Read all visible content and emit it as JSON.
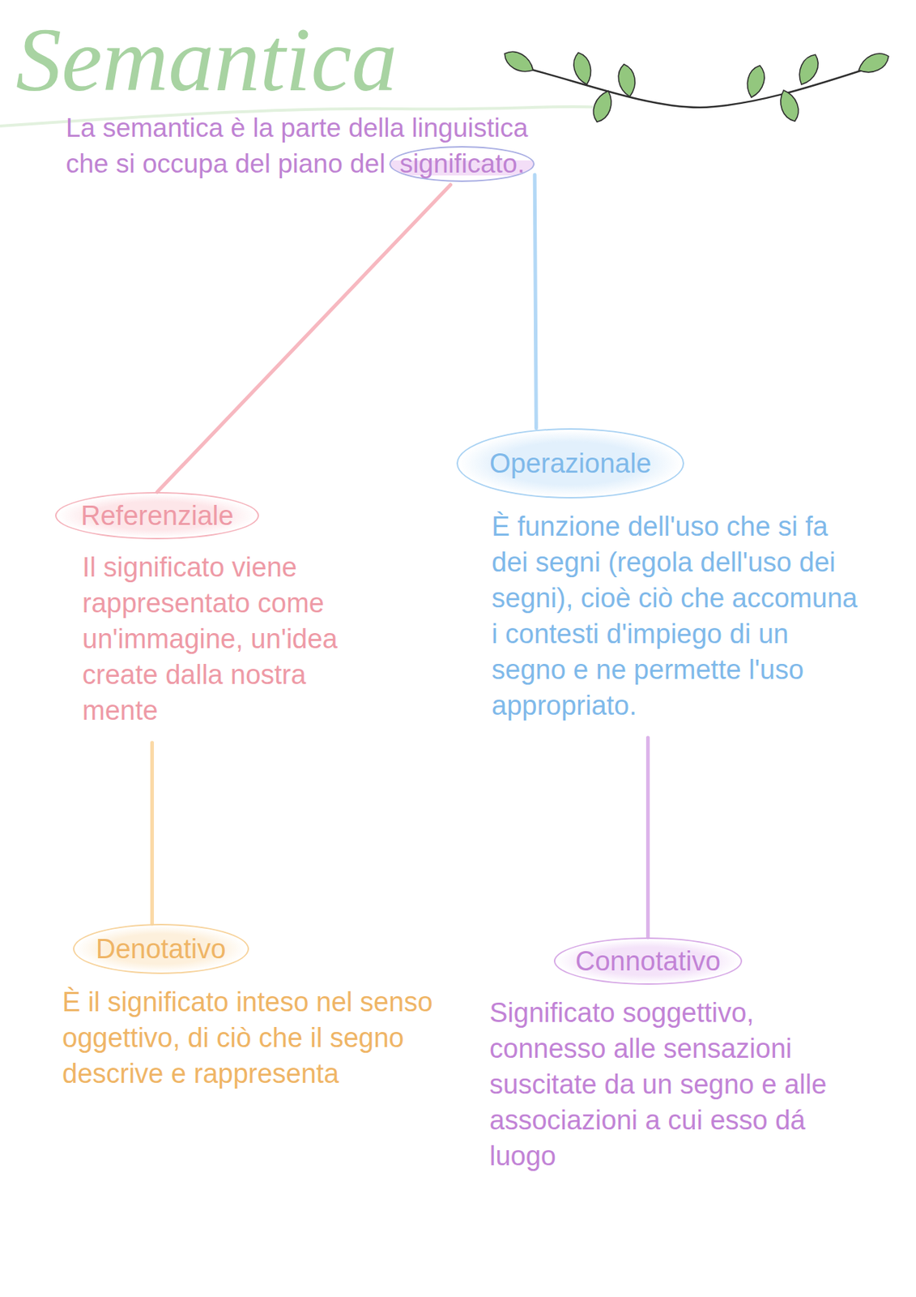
{
  "diagram": {
    "title": "Semantica",
    "nodes": [
      {
        "text": [
          "significato."
        ]
      },
      {
        "text": [
          "Referenziale",
          "Il significato viene rappresentato come un'immagine, un'idea create dalla nostra mente"
        ]
      },
      {
        "text": [
          "Operazionale",
          "È funzione dell'uso che si fa dei segni (regola dell'uso dei segni), cioè ciò che accomuna i contesti d'impiego di un segno e ne permette l'uso appropriato."
        ]
      },
      {
        "text": [
          "Denotativo",
          "È il significato inteso nel senso oggettivo, di ciò che il segno descrive e rappresenta"
        ]
      },
      {
        "text": [
          "Connotativo",
          "Significato soggettivo, connesso alle sensazioni suscitate da un segno e alle associazioni a cui esso dá luogo"
        ]
      }
    ],
    "edges": [
      {
        "from": 0,
        "to": 1,
        "arrow": "none"
      },
      {
        "from": 0,
        "to": 2,
        "arrow": "none"
      },
      {
        "from": 1,
        "to": 3,
        "arrow": "none"
      },
      {
        "from": 2,
        "to": 4,
        "arrow": "none"
      }
    ],
    "labels": [
      "La semantica è la parte della linguistica che si occupa del piano del"
    ]
  }
}
